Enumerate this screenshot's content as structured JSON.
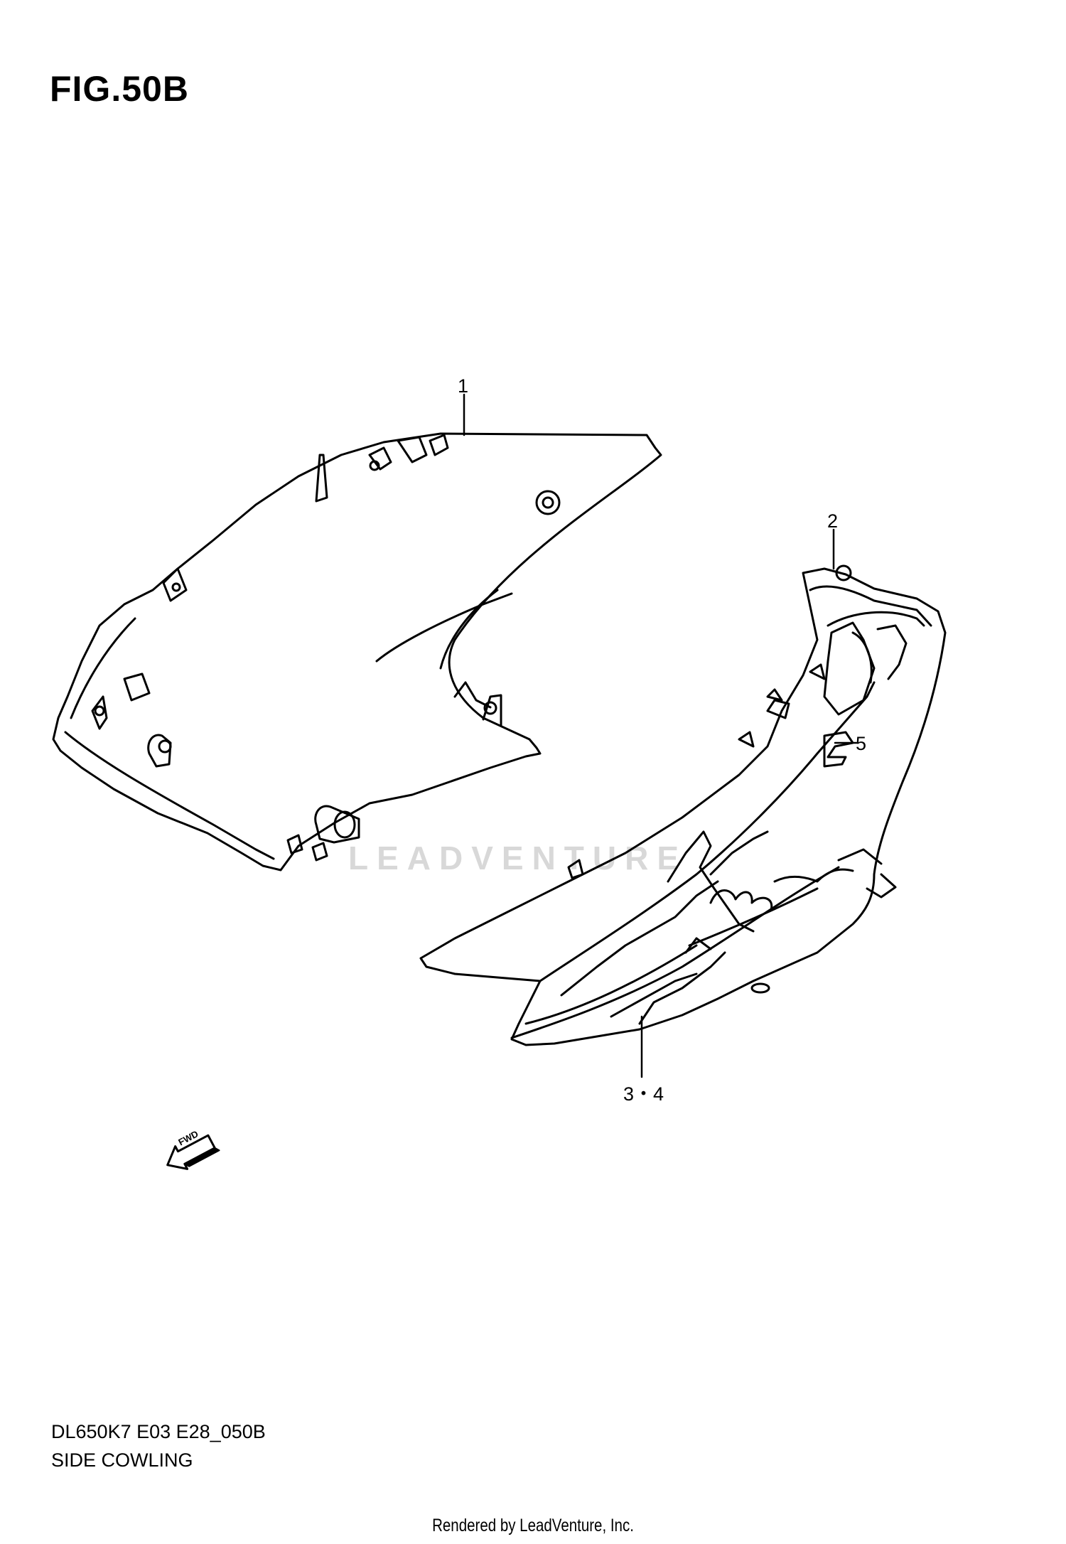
{
  "figure": {
    "title": "FIG.50B",
    "code": "DL650K7 E03 E28_050B",
    "name": "SIDE COWLING"
  },
  "callouts": {
    "part1": "1",
    "part2": "2",
    "part34": "3・4",
    "part5": "5"
  },
  "fwd_label": "FWD",
  "watermark": "LEADVENTURE",
  "footer": "Rendered by LeadVenture, Inc."
}
